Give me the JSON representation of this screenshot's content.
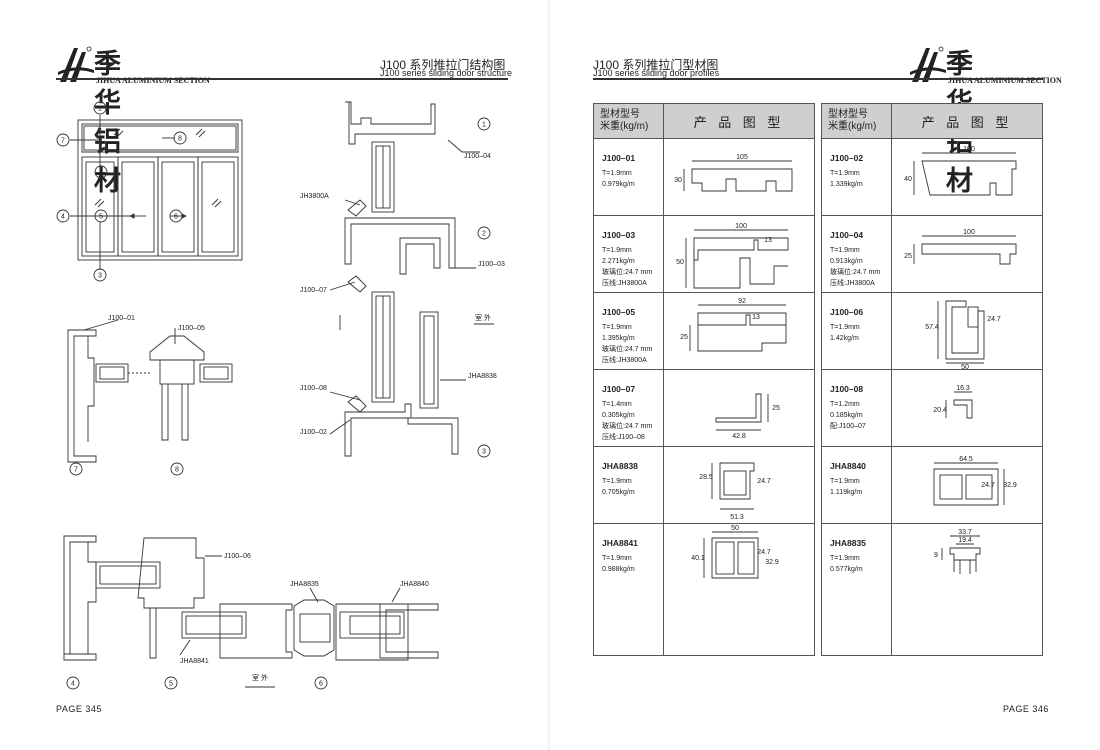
{
  "brand": {
    "name_cn": "季华铝材",
    "name_en": "JIHUA ALUMINIUM SECTION"
  },
  "left_page": {
    "title_cn": "J100 系列推拉门结构图",
    "title_en": "J100 series sliding door structure",
    "page_number": "PAGE 345",
    "callouts": [
      "1",
      "2",
      "3",
      "4",
      "5",
      "6",
      "7",
      "8"
    ],
    "part_labels": {
      "j100_01": "J100–01",
      "j100_05": "J100–05",
      "j100_04": "J100–04",
      "jh3800a": "JH3800A",
      "j100_03": "J100–03",
      "j100_07": "J100–07",
      "j100_08": "J100–08",
      "j100_02": "J100–02",
      "jha8838": "JHA8838",
      "j100_06": "J100–06",
      "jha8835": "JHA8835",
      "jha8840": "JHA8840",
      "jha8841": "JHA8841"
    },
    "outdoor_label": "室 外"
  },
  "right_page": {
    "title_cn": "J100 系列推拉门型材图",
    "title_en": "J100 series sliding door profiles",
    "page_number": "PAGE 346",
    "header_model": "型材型号",
    "header_weight": "米重(kg/m)",
    "header_figure": "产 品 图 型",
    "left_column": [
      {
        "code": "J100–01",
        "lines": [
          "T=1.9mm",
          "0.979kg/m"
        ],
        "dims": [
          "105",
          "30"
        ]
      },
      {
        "code": "J100–03",
        "lines": [
          "T=1.9mm",
          "2.271kg/m",
          "玻璃位:24.7 mm",
          "压线:JH3800A"
        ],
        "dims": [
          "100",
          "13",
          "50"
        ]
      },
      {
        "code": "J100–05",
        "lines": [
          "T=1.9mm",
          "1.395kg/m",
          "玻璃位:24.7 mm",
          "压线:JH3800A"
        ],
        "dims": [
          "92",
          "13",
          "25"
        ]
      },
      {
        "code": "J100–07",
        "lines": [
          "T=1.4mm",
          "0.305kg/m",
          "玻璃位:24.7 mm",
          "压线:J100–08"
        ],
        "dims": [
          "25",
          "42.8"
        ]
      },
      {
        "code": "JHA8838",
        "lines": [
          "T=1.9mm",
          "0.705kg/m"
        ],
        "dims": [
          "28.5",
          "24.7",
          "51.3"
        ]
      },
      {
        "code": "JHA8841",
        "lines": [
          "T=1.9mm",
          "0.988kg/m"
        ],
        "dims": [
          "50",
          "40.1",
          "24.7",
          "32.9"
        ]
      }
    ],
    "right_column": [
      {
        "code": "J100–02",
        "lines": [
          "T=1.9mm",
          "1.339kg/m"
        ],
        "dims": [
          "100",
          "40"
        ]
      },
      {
        "code": "J100–04",
        "lines": [
          "T=1.9mm",
          "0.913kg/m",
          "玻璃位:24.7 mm",
          "压线:JH3800A"
        ],
        "dims": [
          "100",
          "25"
        ]
      },
      {
        "code": "J100–06",
        "lines": [
          "T=1.9mm",
          "1.42kg/m"
        ],
        "dims": [
          "57.4",
          "24.7",
          "50"
        ]
      },
      {
        "code": "J100–08",
        "lines": [
          "T=1.2mm",
          "0.185kg/m",
          "配:J100–07"
        ],
        "dims": [
          "16.3",
          "20.4"
        ]
      },
      {
        "code": "JHA8840",
        "lines": [
          "T=1.9mm",
          "1.119kg/m"
        ],
        "dims": [
          "64.5",
          "24.7",
          "32.9"
        ]
      },
      {
        "code": "JHA8835",
        "lines": [
          "T=1.9mm",
          "0.577kg/m"
        ],
        "dims": [
          "33.7",
          "19.4",
          "9"
        ]
      }
    ]
  }
}
